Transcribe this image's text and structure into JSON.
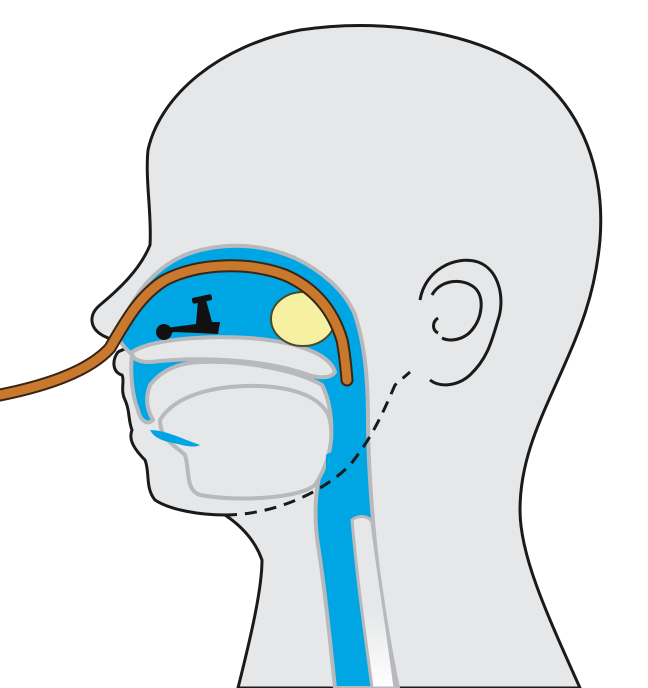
{
  "diagram": {
    "subject": "head-sagittal-section-nasal-tube",
    "colors": {
      "background": "#ffffff",
      "skin": "#e6e7e8",
      "outline": "#1a1a1a",
      "airway": "#00a5e3",
      "mucosa_gray": "#b7b9bc",
      "tube": "#c9792e",
      "tube_outline": "#3a2414",
      "adenoid": "#f6f0a2",
      "adenoid_outline": "#4a4a2a",
      "scope_tip": "#111111",
      "trachea_highlight": "#ffffff"
    },
    "icons": {
      "tube": "nasal-tube-shape",
      "adenoid": "adenoid-shape",
      "device": "black-device-shape"
    }
  }
}
